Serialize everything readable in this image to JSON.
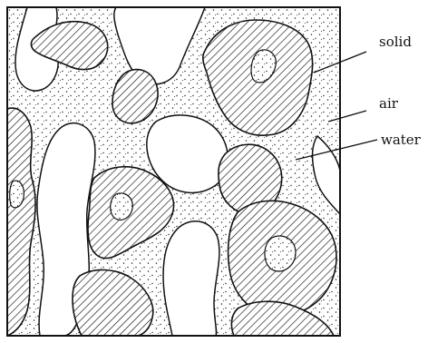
{
  "labels": {
    "solid": "solid",
    "air": "air",
    "water": "water"
  },
  "colors": {
    "ink": "#111111",
    "background": "#ffffff"
  }
}
